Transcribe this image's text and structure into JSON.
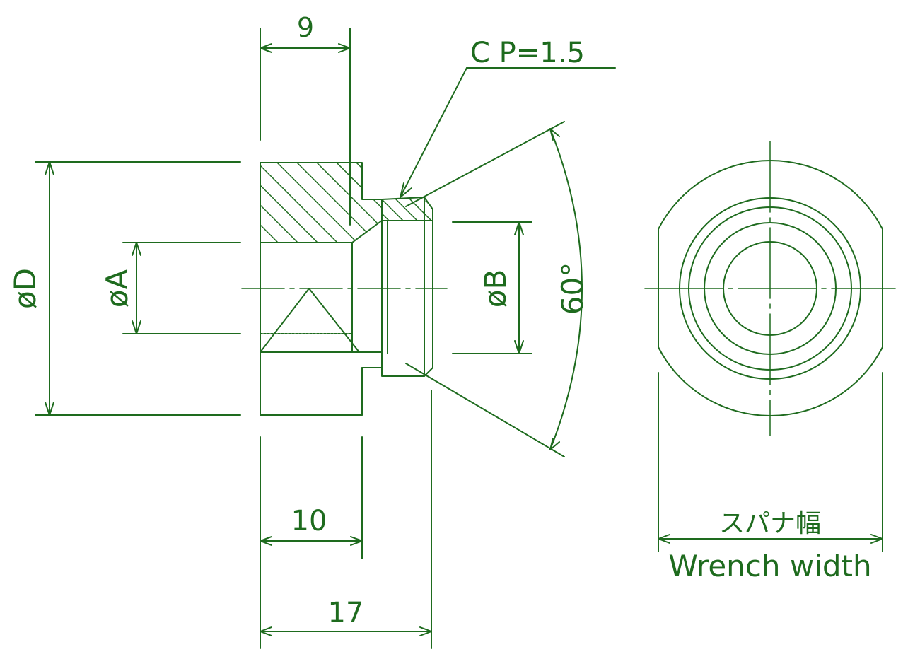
{
  "colors": {
    "line": "#1e6b1e",
    "background": "#ffffff"
  },
  "dimensions": {
    "top_width": "9",
    "chamfer_pitch": "C P=1.5",
    "diameter_d": "øD",
    "diameter_a": "øA",
    "diameter_b": "øB",
    "angle": "60°",
    "length_10": "10",
    "length_17": "17",
    "wrench_jp": "スパナ幅",
    "wrench_en": "Wrench width"
  }
}
